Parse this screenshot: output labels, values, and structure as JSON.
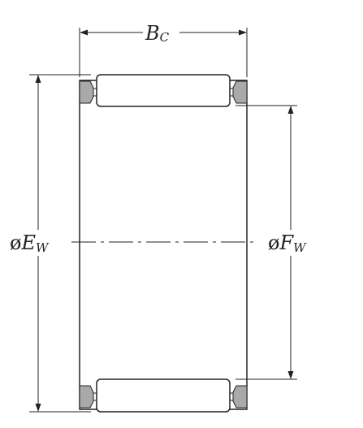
{
  "dimensions": {
    "width_label": {
      "main": "B",
      "sub": "C"
    },
    "outer_diameter_label": {
      "prefix": "ø",
      "main": "E",
      "sub": "W"
    },
    "inner_diameter_label": {
      "prefix": "ø",
      "main": "F",
      "sub": "W"
    }
  },
  "colors": {
    "line": "#222222",
    "cage_fill": "#a9a9a9",
    "background": "#ffffff"
  }
}
